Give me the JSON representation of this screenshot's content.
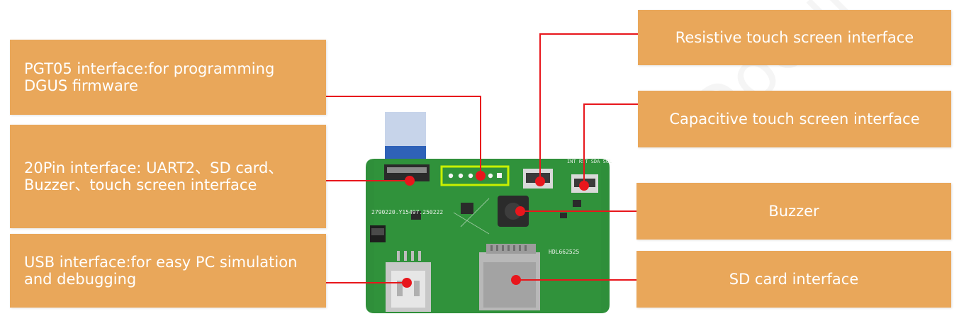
{
  "labels": {
    "pgt05": "PGT05 interface:for programming\nDGUS firmware",
    "pin20": "20Pin interface:  UART2、SD card、\nBuzzer、touch screen interface",
    "usb": "USB interface:for easy PC simulation\nand debugging",
    "resistive": "Resistive touch screen interface",
    "capacitive": "Capacitive touch screen interface",
    "buzzer": "Buzzer",
    "sdcard": "SD card interface"
  },
  "board": {
    "serial_text": "2790220.Y15497.250222",
    "model_text": "HDL662525"
  },
  "watermark": "Document",
  "colors": {
    "label_bg": "#E9A75A",
    "label_text": "#FFFFFF",
    "leader_line": "#E8161C",
    "pcb_green": "#2F8F3A",
    "highlight": "#C8F000"
  }
}
